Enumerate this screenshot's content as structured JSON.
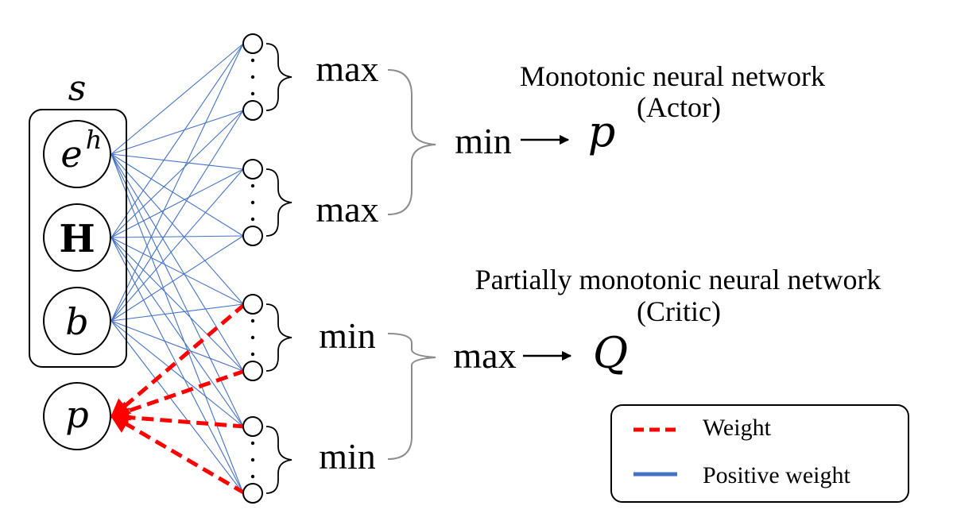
{
  "state_group": {
    "label": "s"
  },
  "inputs": [
    {
      "base": "e",
      "sup": "h"
    },
    {
      "base": "H",
      "sup": ""
    },
    {
      "base": "b",
      "sup": ""
    }
  ],
  "price_input": {
    "label": "p"
  },
  "actor": {
    "title_line1": "Monotonic neural network",
    "title_line2": "(Actor)",
    "group_ops": [
      "max",
      "max"
    ],
    "combine_op": "min",
    "arrow": "⟶",
    "output": "p"
  },
  "critic": {
    "title_line1": "Partially monotonic neural network",
    "title_line2": "(Critic)",
    "group_ops": [
      "min",
      "min"
    ],
    "combine_op": "max",
    "arrow": "⟶",
    "output": "Q"
  },
  "legend": {
    "items": [
      {
        "label": "Weight",
        "color": "#ff0000",
        "style": "dashed"
      },
      {
        "label": "Positive weight",
        "color": "#4472c4",
        "style": "solid"
      }
    ]
  },
  "colors": {
    "positive_edge": "#4472c4",
    "weight_edge": "#ff0000"
  }
}
